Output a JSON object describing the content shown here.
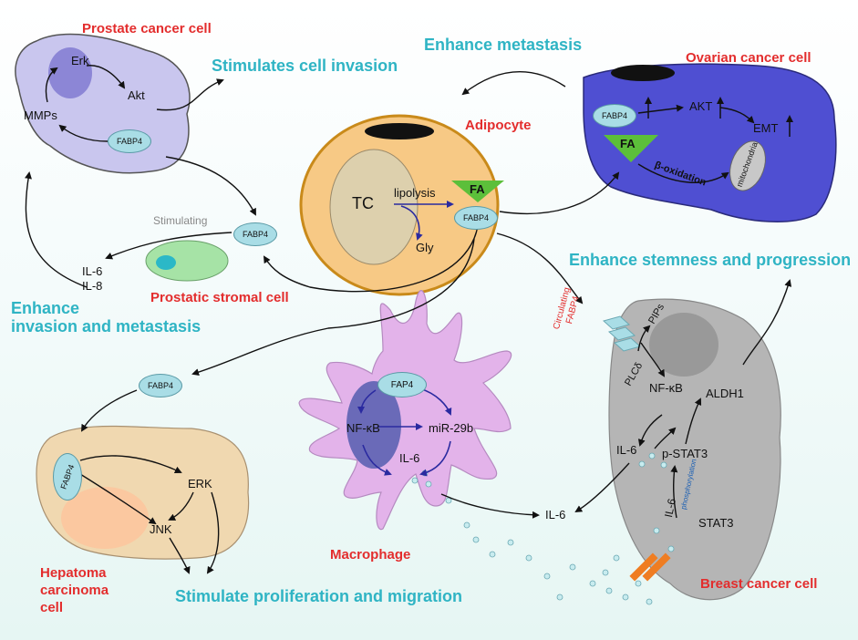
{
  "cells": {
    "prostate": "Prostate cancer cell",
    "ovarian": "Ovarian cancer cell",
    "adipocyte": "Adipocyte",
    "stromal": "Prostatic stromal cell",
    "macrophage": "Macrophage",
    "hepatoma": "Hepatoma carcinoma cell",
    "hepatoma_lines": [
      "Hepatoma",
      "carcinoma",
      "cell"
    ],
    "breast": "Breast cancer cell"
  },
  "effects": {
    "invasion": "Stimulates cell invasion",
    "metastasis": "Enhance metastasis",
    "invasion_metastasis_lines": [
      "Enhance",
      "invasion and metastasis"
    ],
    "stemness": "Enhance stemness and progression",
    "proliferation": "Stimulate proliferation and migration"
  },
  "labels": {
    "erk_pc": "Erk",
    "akt_pc": "Akt",
    "mmps": "MMPs",
    "fabp4": "FABP4",
    "il6": "IL-6",
    "il8": "IL-8",
    "stimulating": "Stimulating",
    "tc": "TC",
    "lipolysis": "lipolysis",
    "fa": "FA",
    "gly": "Gly",
    "akt_ov": "AKT",
    "emt": "EMT",
    "beta_ox": "β-oxidation",
    "mitochondria": "mitochondria",
    "circulating_lines": [
      "Circulating",
      "FABP4"
    ],
    "pips": "PIPs",
    "plcd": "PLCδ",
    "nfkb": "NF-κB",
    "aldh1": "ALDH1",
    "pstat3": "p-STAT3",
    "phosphorylation": "phosphorylation",
    "stat3": "STAT3",
    "fap4": "FAP4",
    "mir29b": "miR-29b",
    "erk_hep": "ERK",
    "jnk": "JNK"
  },
  "colors": {
    "red_label": "#e32d2d",
    "teal_label": "#2fb4c4",
    "prostate_fill": "#c9c6ee",
    "ovarian_fill": "#4f4fd2",
    "adipocyte_fill": "#f7c985",
    "macrophage_fill": "#e3b3ea",
    "hepatoma_fill": "#f0d8b0",
    "breast_fill": "#b5b5b5",
    "fabp4_pill": "#a9dde6"
  }
}
